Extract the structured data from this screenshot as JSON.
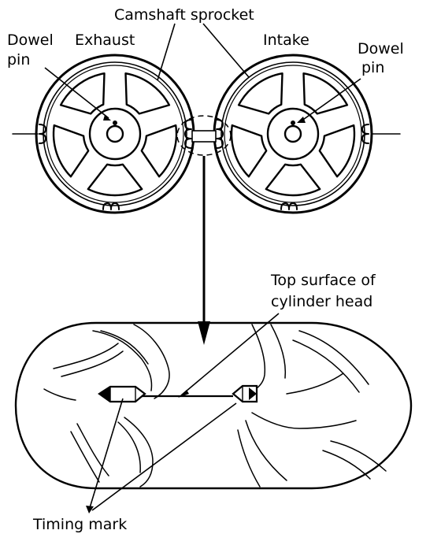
{
  "labels": {
    "camshaft_sprocket": "Camshaft sprocket",
    "dowel_left_1": "Dowel",
    "dowel_left_2": "pin",
    "exhaust": "Exhaust",
    "intake": "Intake",
    "dowel_right_1": "Dowel",
    "dowel_right_2": "pin",
    "top_surface_1": "Top surface of",
    "top_surface_2": "cylinder head",
    "timing_mark": "Timing mark"
  }
}
